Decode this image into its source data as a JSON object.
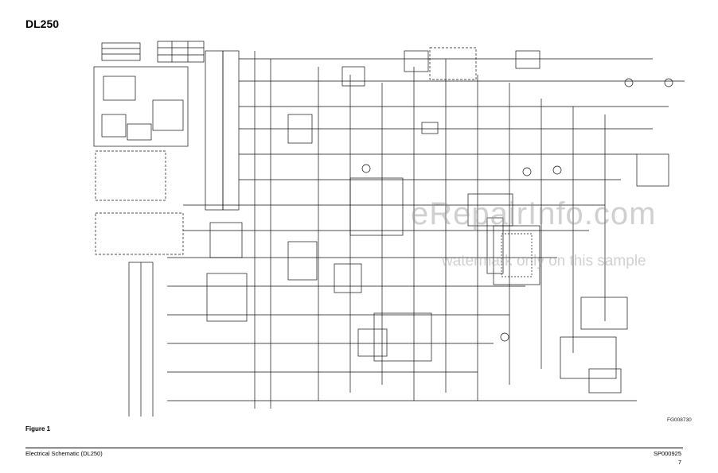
{
  "header": {
    "title": "DL250"
  },
  "diagram": {
    "figure_code": "FG008730"
  },
  "caption": {
    "figure_label": "Figure 1"
  },
  "footer": {
    "left": "Electrical Schematic (DL250)",
    "doc_number": "SP000925",
    "page": "7"
  },
  "watermark": {
    "line1": "eRepairInfo.com",
    "line2": "watermark only on this sample"
  }
}
